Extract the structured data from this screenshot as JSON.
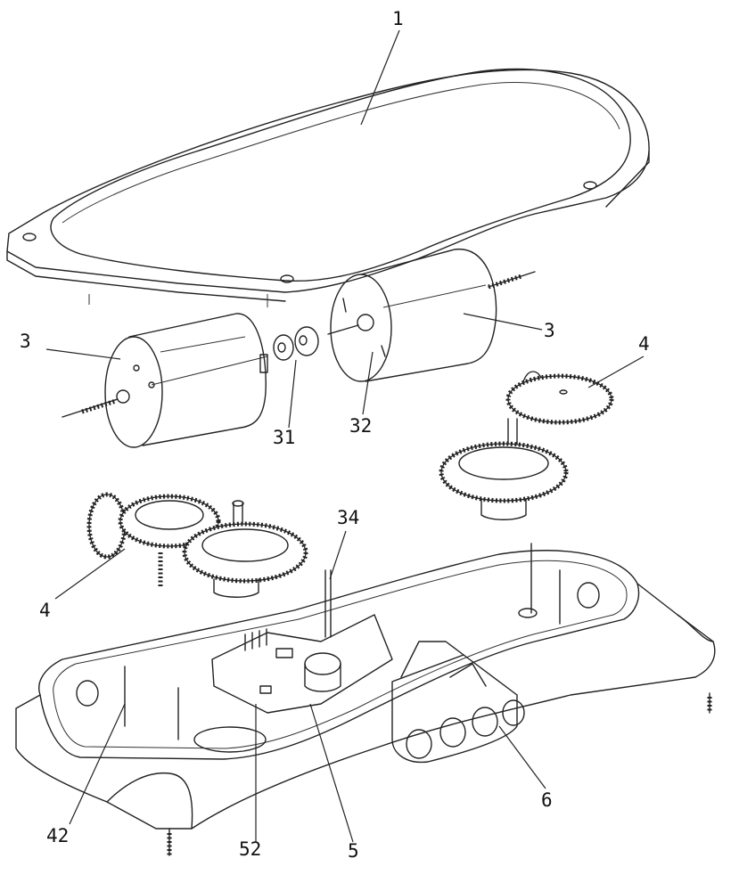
{
  "figure": {
    "type": "exploded patent drawing",
    "subject": "dual-motor gearbox assembly",
    "labels": [
      {
        "id": "1",
        "part": "top cover"
      },
      {
        "id": "3",
        "part": "motor (left)"
      },
      {
        "id": "3",
        "part": "motor (right)"
      },
      {
        "id": "31",
        "part": "coupling washers"
      },
      {
        "id": "32",
        "part": "motor terminal"
      },
      {
        "id": "4",
        "part": "gear set (right)"
      },
      {
        "id": "4",
        "part": "gear set (left)"
      },
      {
        "id": "34",
        "part": "support pin"
      },
      {
        "id": "42",
        "part": "gear shaft"
      },
      {
        "id": "52",
        "part": "circuit board element"
      },
      {
        "id": "5",
        "part": "circuit board"
      },
      {
        "id": "6",
        "part": "connector"
      }
    ]
  }
}
